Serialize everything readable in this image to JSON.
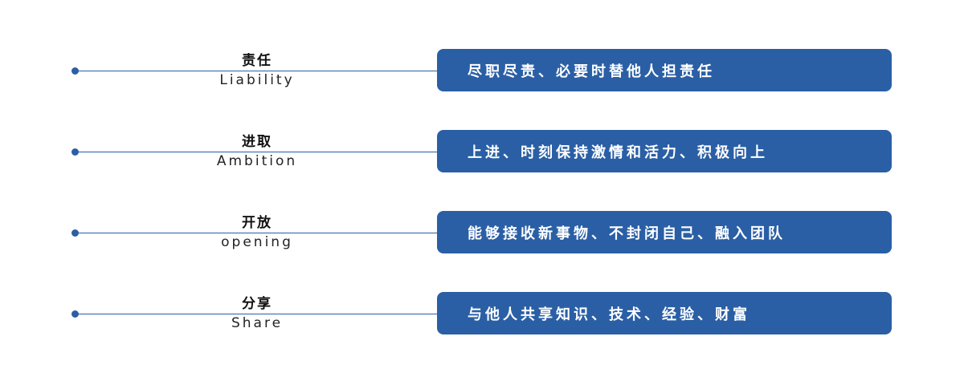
{
  "colors": {
    "accent": "#2a5fa5",
    "box_background": "#2a5fa5",
    "box_text": "#ffffff",
    "title_text": "#111111"
  },
  "items": [
    {
      "title_cn": "责任",
      "title_en": "Liability",
      "description": "尽职尽责、必要时替他人担责任"
    },
    {
      "title_cn": "进取",
      "title_en": "Ambition",
      "description": "上进、时刻保持激情和活力、积极向上"
    },
    {
      "title_cn": "开放",
      "title_en": "opening",
      "description": "能够接收新事物、不封闭自己、融入团队"
    },
    {
      "title_cn": "分享",
      "title_en": "Share",
      "description": "与他人共享知识、技术、经验、财富"
    }
  ]
}
